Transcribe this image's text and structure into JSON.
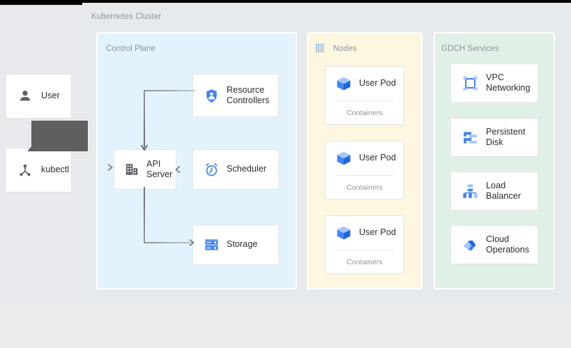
{
  "diagram": {
    "cluster_label": "Kubernetes Cluster",
    "zones": {
      "control_plane": {
        "title": "Control Plane",
        "color": "#e2f3fd"
      },
      "nodes": {
        "title": "Nodes",
        "color": "#fdf6e0",
        "icon": "dotted-grid-icon"
      },
      "gdch": {
        "title": "GDCH Services",
        "color": "#e0f0e7"
      }
    },
    "actors": [
      {
        "label": "User",
        "icon": "person-icon"
      },
      {
        "label": "kubectl",
        "icon": "node-graph-icon"
      }
    ],
    "control_plane_components": [
      {
        "label": "Resource Controllers",
        "line1": "Resource",
        "line2": "Controllers",
        "icon": "shield-person-icon"
      },
      {
        "label": "API Server",
        "line1": "API",
        "line2": "Server",
        "icon": "building-icon"
      },
      {
        "label": "Scheduler",
        "line1": "Scheduler",
        "line2": "",
        "icon": "alarm-clock-icon"
      },
      {
        "label": "Storage",
        "line1": "Storage",
        "line2": "",
        "icon": "server-rack-icon"
      }
    ],
    "pods": [
      {
        "label": "User Pod",
        "sub": "Containers",
        "icon": "cube-icon"
      },
      {
        "label": "User Pod",
        "sub": "Containers",
        "icon": "cube-icon"
      },
      {
        "label": "User Pod",
        "sub": "Containers",
        "icon": "cube-icon"
      }
    ],
    "gdch_services": [
      {
        "line1": "VPC",
        "line2": "Networking",
        "icon": "vpc-networking-icon"
      },
      {
        "line1": "Persistent",
        "line2": "Disk",
        "icon": "persistent-disk-icon"
      },
      {
        "line1": "Load",
        "line2": "Balancer",
        "icon": "load-balancer-icon"
      },
      {
        "line1": "Cloud",
        "line2": "Operations",
        "icon": "cloud-operations-icon"
      }
    ],
    "connectors": [
      {
        "from": "kubectl",
        "to": "API Server"
      },
      {
        "from": "Resource Controllers",
        "to": "API Server"
      },
      {
        "from": "Scheduler",
        "to": "API Server"
      },
      {
        "from": "API Server",
        "to": "Storage"
      }
    ],
    "colors": {
      "accent_blue": "#4285f4",
      "icon_gray": "#5f6368",
      "connector": "#7a8288",
      "label_gray": "#90939a"
    }
  }
}
